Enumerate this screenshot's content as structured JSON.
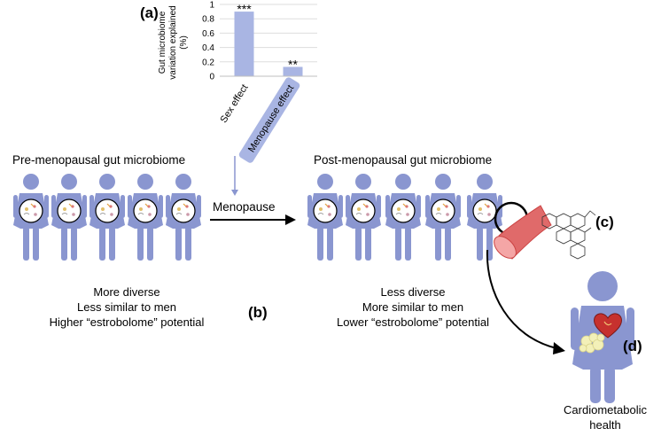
{
  "panels": {
    "a": "(a)",
    "b": "(b)",
    "c": "(c)",
    "d": "(d)"
  },
  "chart_data": {
    "type": "bar",
    "ylabel": "Gut microbiome variation explained (%)",
    "ylabel_lines": [
      "Gut microbiome",
      "variation explained",
      "(%)"
    ],
    "categories": [
      "Sex effect",
      "Menopause effect"
    ],
    "values": [
      0.9,
      0.13
    ],
    "significance": [
      "***",
      "**"
    ],
    "ylim": [
      0,
      1
    ],
    "ticks": [
      "0",
      "0.2",
      "0.4",
      "0.6",
      "0.8",
      "1"
    ],
    "grid": true,
    "bar_color": "#a9b5e3"
  },
  "pre": {
    "heading": "Pre-menopausal gut microbiome",
    "lines": [
      "More diverse",
      "Less similar to men",
      "Higher “estrobolome” potential"
    ]
  },
  "transition": {
    "label": "Menopause"
  },
  "post": {
    "heading": "Post-menopausal gut microbiome",
    "lines": [
      "Less diverse",
      "More similar to men",
      "Lower “estrobolome” potential"
    ]
  },
  "outcome": {
    "label": "Cardiometabolic health"
  },
  "colors": {
    "figure": "#8a96d0",
    "bar": "#a9b5e3",
    "vessel": "#e06a6a",
    "fat": "#f3f0b8",
    "arrow": "#000000"
  }
}
